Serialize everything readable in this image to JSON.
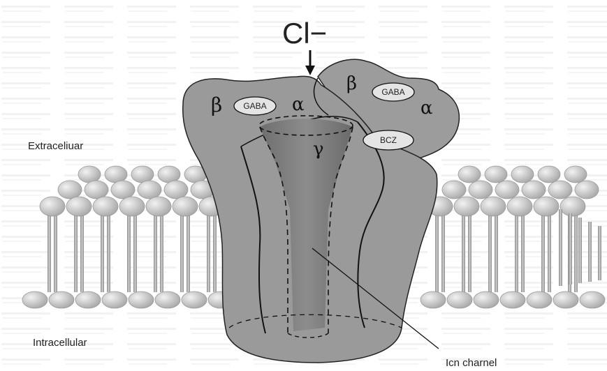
{
  "labels": {
    "ion": "Cl−",
    "extracellular": "Extraceliuar",
    "intracellular": "Intracellular",
    "ion_channel": "Icn charnel"
  },
  "subunits": {
    "beta_left": "β",
    "alpha_top": "α",
    "beta_top": "β",
    "alpha_right": "α",
    "gamma": "γ"
  },
  "sites": {
    "gaba_left": "GABA",
    "gaba_right": "GABA",
    "bcz": "BCZ"
  },
  "colors": {
    "receptor": "#9a9a9a",
    "channel": "#7f7f7f",
    "lipid_head": "#d8d8d8",
    "background_text": "#eaeaea"
  }
}
